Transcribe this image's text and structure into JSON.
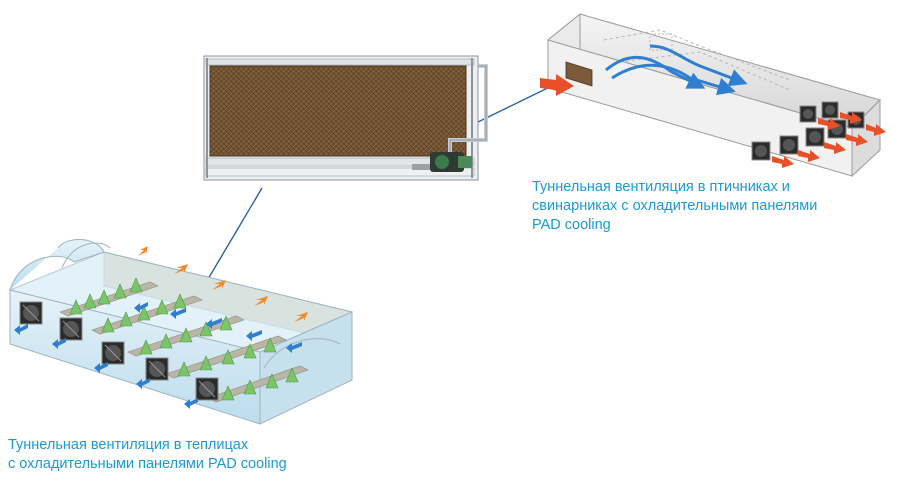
{
  "captions": {
    "barn": {
      "line1": "Туннельная вентиляция в птичниках и",
      "line2": "свинарниках с охладительными панелями",
      "line3": "PAD cooling"
    },
    "greenhouse": {
      "line1": "Туннельная вентиляция в теплицах",
      "line2": "с охладительными панелями PAD cooling"
    }
  },
  "colors": {
    "caption_text": "#1a9ad6",
    "leader_line": "#2a5fa8",
    "pad_media": "#6b4f2e",
    "hot_air_arrow": "#e8502a",
    "cool_air_arrow": "#2f7fd0",
    "plant": "#7cc46a",
    "greenhouse_glass": "#cfe6f2"
  },
  "icons": [
    "cooling-pad-unit",
    "barn-illustration",
    "greenhouse-illustration",
    "exhaust-fan-icon",
    "air-flow-arrow-icon"
  ]
}
